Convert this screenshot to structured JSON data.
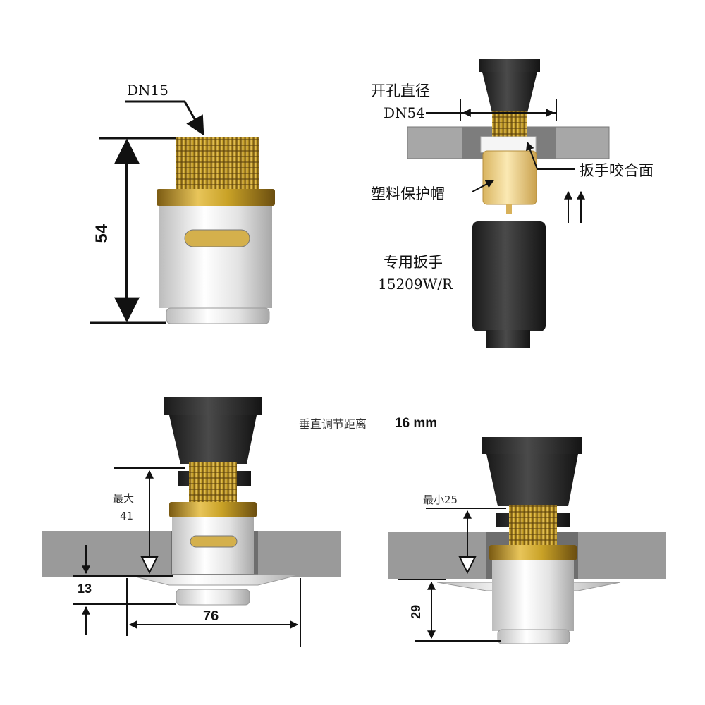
{
  "labels": {
    "thread_size": "DN15",
    "height_54": "54",
    "hole_title": "开孔直径",
    "hole_size": "DN54",
    "wrench_face": "扳手咬合面",
    "plastic_cap": "塑料保护帽",
    "wrench_title": "专用扳手",
    "wrench_model": "15209W/R",
    "vertical_adjust": "垂直调节距离",
    "vertical_adjust_value": "16 mm",
    "max_label": "最大",
    "max_value": "41",
    "ceiling_13": "13",
    "width_76": "76",
    "min_label": "最小25",
    "height_29": "29"
  },
  "colors": {
    "brass": "#c9a227",
    "chrome": "#e6e6e6",
    "ceiling": "#9a9a9a",
    "wrench": "#2b2b2b",
    "cap": "#f2d78a"
  }
}
